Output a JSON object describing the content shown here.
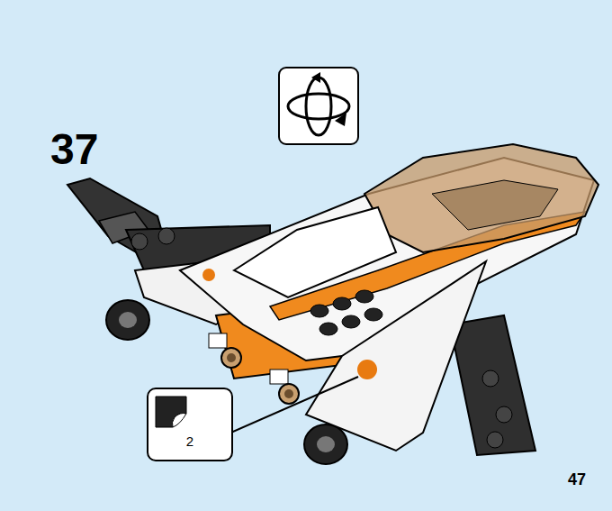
{
  "diagram": {
    "nodes": [
      {
        "text": [
          "2"
        ]
      }
    ],
    "labels": [
      "37",
      "47"
    ]
  }
}
